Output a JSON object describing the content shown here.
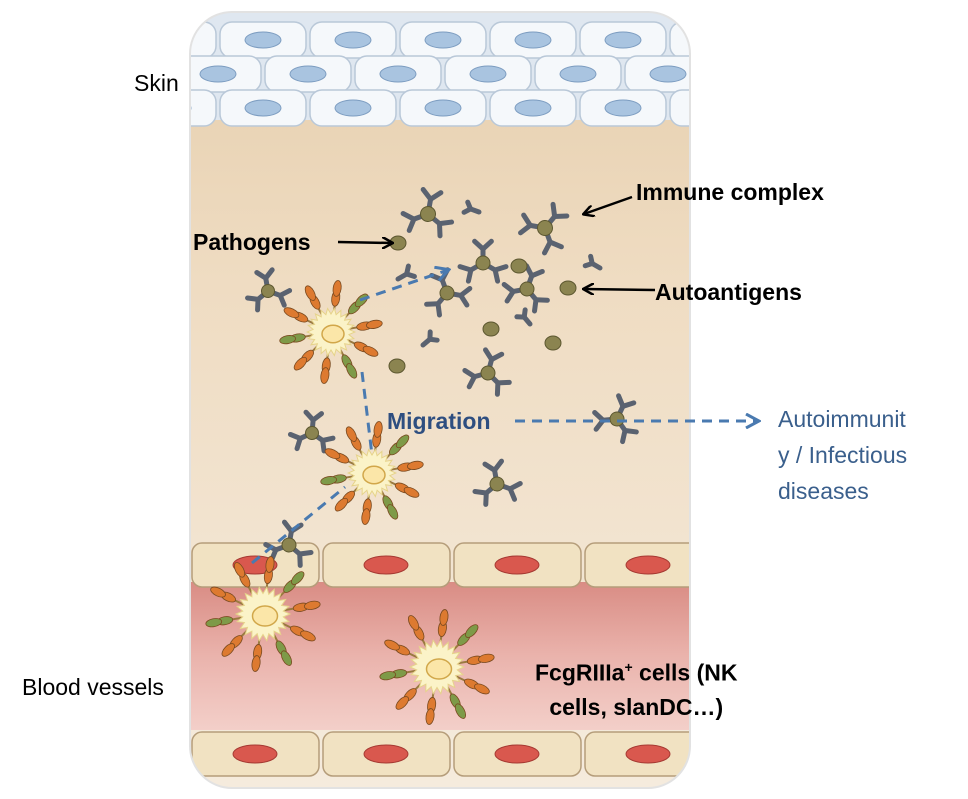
{
  "labels": {
    "skin": "Skin",
    "immune_complex": "Immune complex",
    "pathogens": "Pathogens",
    "autoantigens": "Autoantigens",
    "migration": "Migration",
    "disease_line1": "Autoimmunit",
    "disease_line2": "y / Infectious",
    "disease_line3": "diseases",
    "blood_vessels": "Blood vessels",
    "cells_prefix": "FcgRIIIa",
    "cells_sup": "+",
    "cells_line1_rest": " cells (NK",
    "cells_line2": "cells, slanDC…)"
  },
  "colors": {
    "tissue": "#ecd7b8",
    "epidermis": "#e4ecf4",
    "vessel": "#e7a7a0",
    "antibody": "#5a6270",
    "antigen": "#8b8450",
    "arrow_blue": "#4a7ab0",
    "cell_body": "#fbf3c8",
    "receptor_orange": "#dd7a30",
    "receptor_green": "#7e9a48"
  }
}
